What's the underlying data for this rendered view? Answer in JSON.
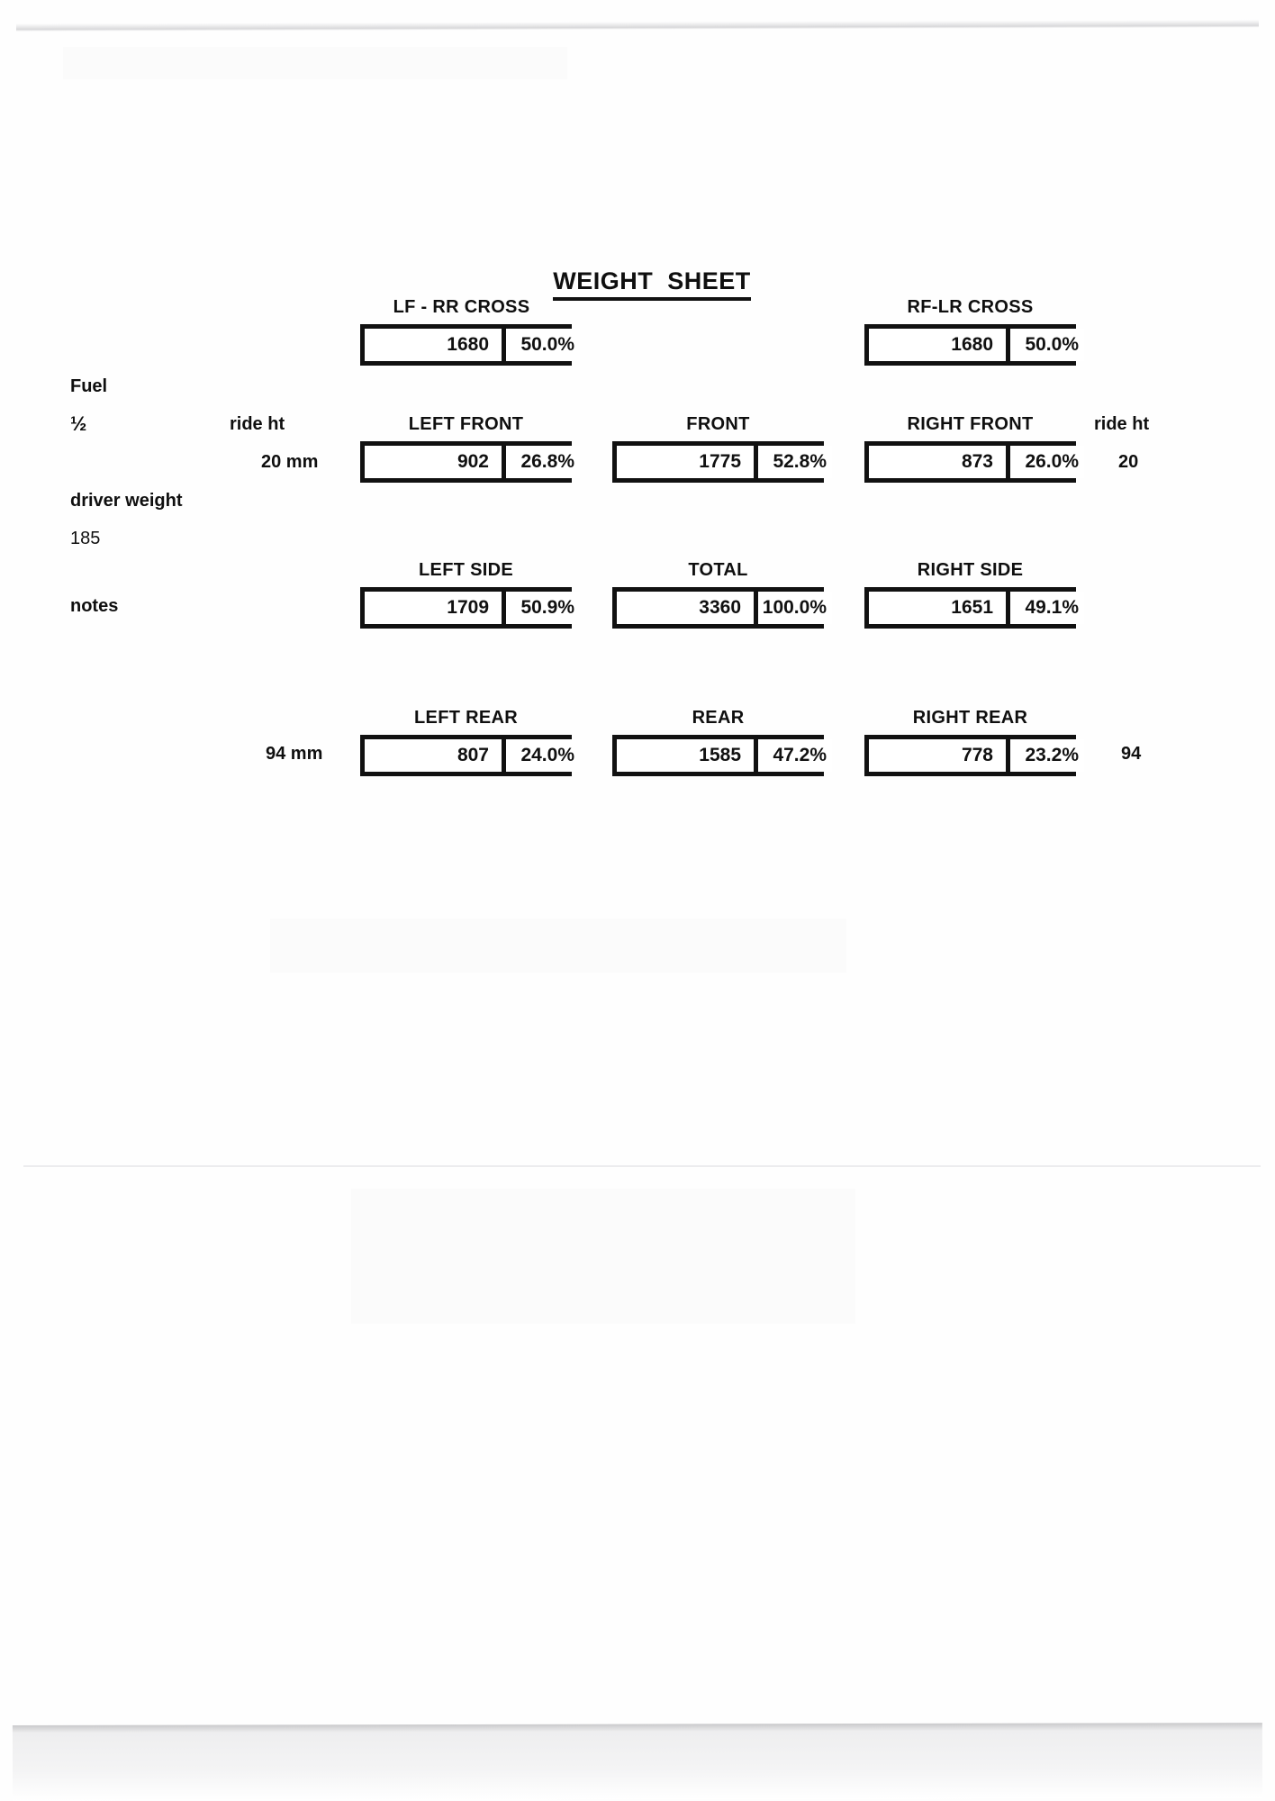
{
  "document": {
    "title": "WEIGHT  SHEET"
  },
  "left_column": {
    "fuel_label": "Fuel",
    "fuel_value": "½",
    "driver_weight_label": "driver weight",
    "driver_weight_value": "185",
    "notes_label": "notes",
    "notes_value": ""
  },
  "ride_height": {
    "left_label": "ride ht",
    "right_label": "ride ht",
    "front_left_value": "20 mm",
    "front_right_value": "20",
    "rear_left_value": "94 mm",
    "rear_right_value": "94"
  },
  "boxes": {
    "lf_rr_cross": {
      "caption": "LF - RR CROSS",
      "weight": "1680",
      "percent": "50.0%"
    },
    "rf_lr_cross": {
      "caption": "RF-LR CROSS",
      "weight": "1680",
      "percent": "50.0%"
    },
    "left_front": {
      "caption": "LEFT FRONT",
      "weight": "902",
      "percent": "26.8%"
    },
    "front": {
      "caption": "FRONT",
      "weight": "1775",
      "percent": "52.8%"
    },
    "right_front": {
      "caption": "RIGHT FRONT",
      "weight": "873",
      "percent": "26.0%"
    },
    "left_side": {
      "caption": "LEFT SIDE",
      "weight": "1709",
      "percent": "50.9%"
    },
    "total": {
      "caption": "TOTAL",
      "weight": "3360",
      "percent": "100.0%"
    },
    "right_side": {
      "caption": "RIGHT SIDE",
      "weight": "1651",
      "percent": "49.1%"
    },
    "left_rear": {
      "caption": "LEFT REAR",
      "weight": "807",
      "percent": "24.0%"
    },
    "rear": {
      "caption": "REAR",
      "weight": "1585",
      "percent": "47.2%"
    },
    "right_rear": {
      "caption": "RIGHT REAR",
      "weight": "778",
      "percent": "23.2%"
    }
  },
  "colors": {
    "ink": "#111111",
    "paper": "#ffffff",
    "scan_edge": "#d8d8da"
  }
}
